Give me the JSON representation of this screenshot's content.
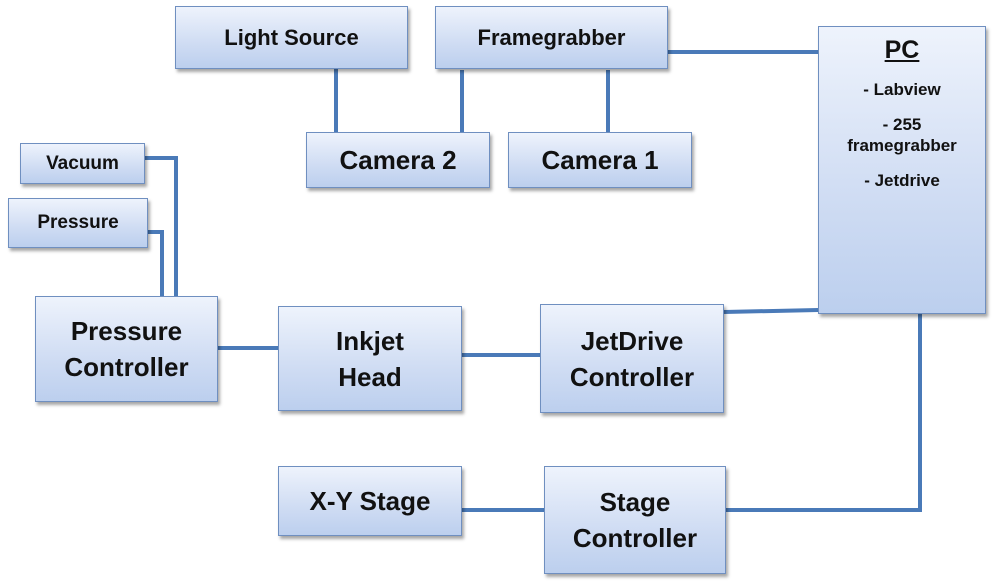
{
  "nodes": {
    "light_source": "Light Source",
    "framegrabber": "Framegrabber",
    "camera2": "Camera 2",
    "camera1": "Camera 1",
    "vacuum": "Vacuum",
    "pressure": "Pressure",
    "pressure_controller": [
      "Pressure",
      "Controller"
    ],
    "inkjet_head": [
      "Inkjet",
      "Head"
    ],
    "jetdrive_controller": [
      "JetDrive",
      "Controller"
    ],
    "xy_stage": "X-Y Stage",
    "stage_controller": [
      "Stage",
      "Controller"
    ],
    "pc": {
      "title": "PC",
      "items": [
        "- Labview",
        "- 255",
        "framegrabber",
        "- Jetdrive"
      ]
    }
  },
  "colors": {
    "connector": "#4a7ab8",
    "box_border": "#6f8fc0",
    "box_fill": "#cfdcf3"
  }
}
